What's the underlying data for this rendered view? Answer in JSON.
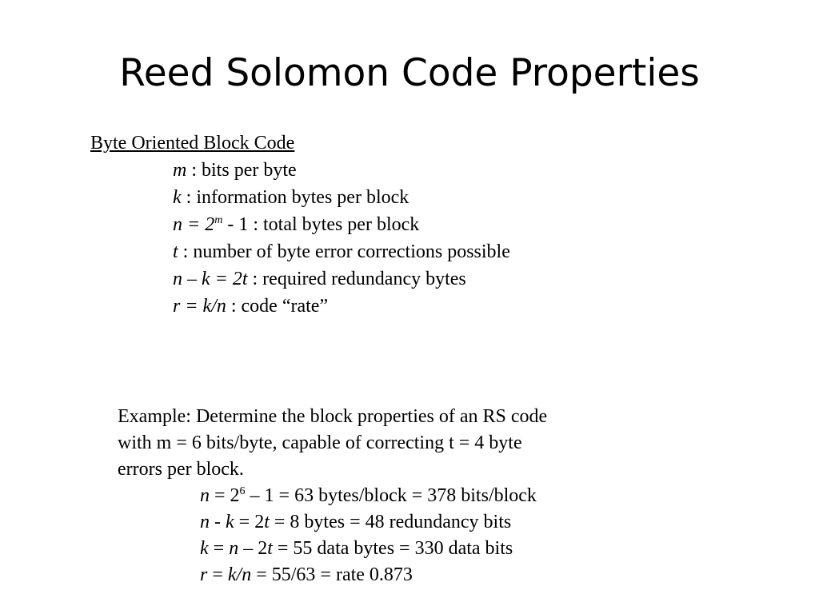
{
  "slide": {
    "title": "Reed Solomon Code Properties",
    "definitions": {
      "heading": "Byte Oriented Block Code",
      "m": {
        "var": "m",
        "desc": " : bits per byte"
      },
      "k": {
        "var": "k",
        "desc": " : information bytes per block"
      },
      "n": {
        "lhs": "n = 2",
        "exp": "m",
        "desc": " - 1 : total bytes per block"
      },
      "t": {
        "var": "t",
        "desc": " : number of byte error corrections possible"
      },
      "redundancy": {
        "expr": "n – k = 2t",
        "desc": " : required redundancy bytes"
      },
      "rate": {
        "expr": "r = k/n",
        "desc": " : code “rate”"
      }
    },
    "example": {
      "line1": "Example: Determine the block properties of an RS code",
      "line2": "with m = 6 bits/byte, capable of correcting t = 4 byte",
      "line3": "errors per block.",
      "calc_n": {
        "var": "n",
        "mid": " = 2",
        "exp": "6",
        "rest": " – 1 = 63 bytes/block = 378 bits/block"
      },
      "calc_redundancy": {
        "a": "n",
        "b": " - ",
        "c": "k",
        "d": " =  2",
        "e": "t",
        "f": " = 8 bytes = 48 redundancy bits"
      },
      "calc_k": {
        "a": "k",
        "b": "  = ",
        "c": "n",
        "d": " – 2",
        "e": "t",
        "f": " = 55 data bytes = 330 data bits"
      },
      "calc_rate": {
        "a": "r",
        "b": " = ",
        "c": "k/n",
        "d": " = 55/63 = rate 0.873"
      }
    }
  }
}
